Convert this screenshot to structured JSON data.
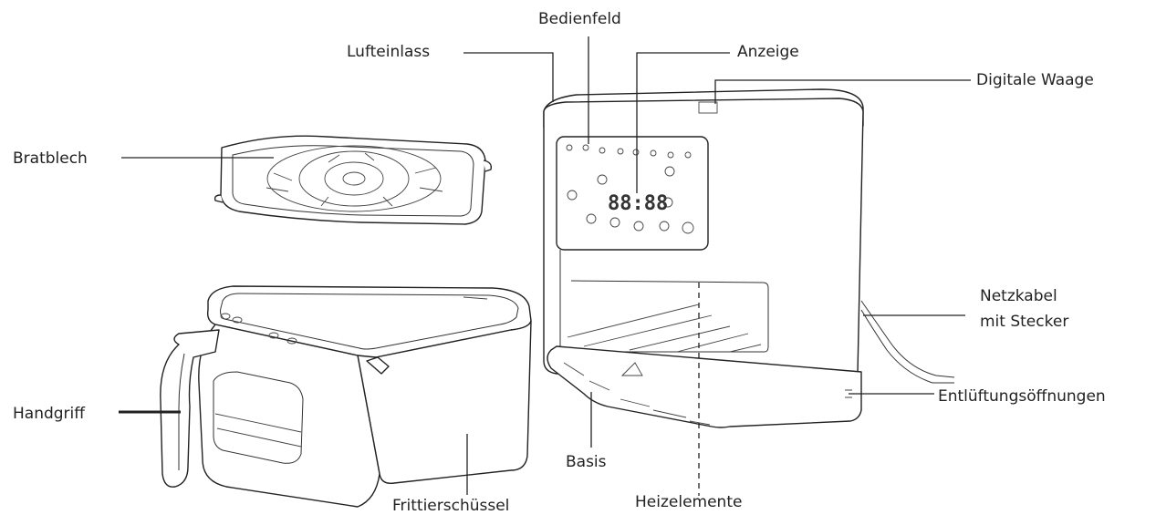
{
  "labels": {
    "bedienfeld": "Bedienfeld",
    "lufteinlass": "Lufteinlass",
    "anzeige": "Anzeige",
    "digitale_waage": "Digitale Waage",
    "bratblech": "Bratblech",
    "netzkabel_line1": "Netzkabel",
    "netzkabel_line2": "mit Stecker",
    "entlueftung": "Entlüftungsöffnungen",
    "handgriff": "Handgriff",
    "basis": "Basis",
    "frittierschuessel": "Frittierschüssel",
    "heizelemente": "Heizelemente"
  },
  "display_text": "88:88"
}
